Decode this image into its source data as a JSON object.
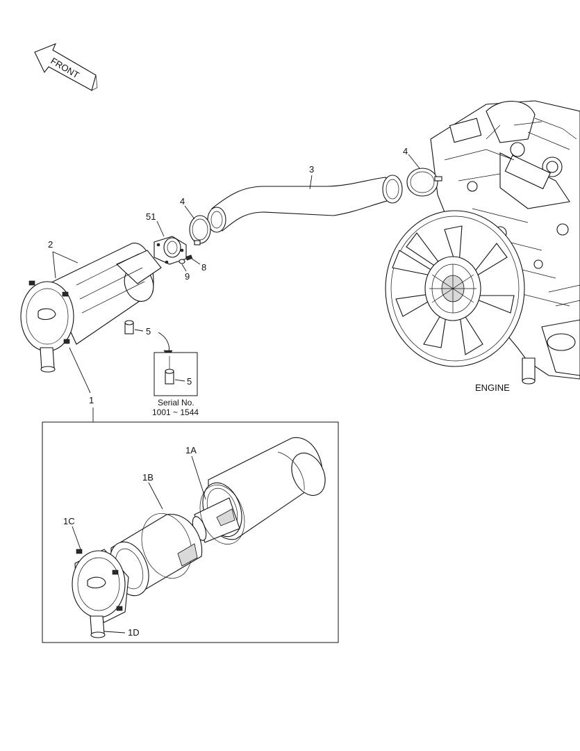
{
  "direction_arrow": {
    "label": "FRONT"
  },
  "callouts": {
    "item_1": "1",
    "item_1A": "1A",
    "item_1B": "1B",
    "item_1C": "1C",
    "item_1D": "1D",
    "item_2": "2",
    "item_3": "3",
    "item_4_left": "4",
    "item_4_right": "4",
    "item_5_main": "5",
    "item_5_inset": "5",
    "item_8": "8",
    "item_9": "9",
    "item_51": "51"
  },
  "engine_label": "ENGINE",
  "serial_note": {
    "line1": "Serial No.",
    "line2": "1001 ~ 1544"
  },
  "colors": {
    "line": "#111111",
    "background": "#ffffff",
    "shade": "#d9d9d9"
  }
}
